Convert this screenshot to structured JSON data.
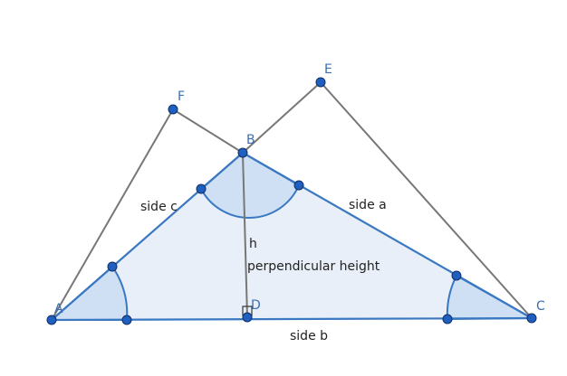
{
  "colors": {
    "triangle_fill": "#e8eff9",
    "triangle_stroke": "#3a78c2",
    "angle_fill": "#cfe0f4",
    "gray_line": "#777777",
    "point_fill": "#1f5fbf",
    "point_stroke": "#0f2f66"
  },
  "points": {
    "A": "A",
    "B": "B",
    "C": "C",
    "D": "D",
    "E": "E",
    "F": "F"
  },
  "labels": {
    "side_a": "side a",
    "side_b": "side b",
    "side_c": "side c",
    "h": "h",
    "perpendicular_height": "perpendicular height"
  }
}
